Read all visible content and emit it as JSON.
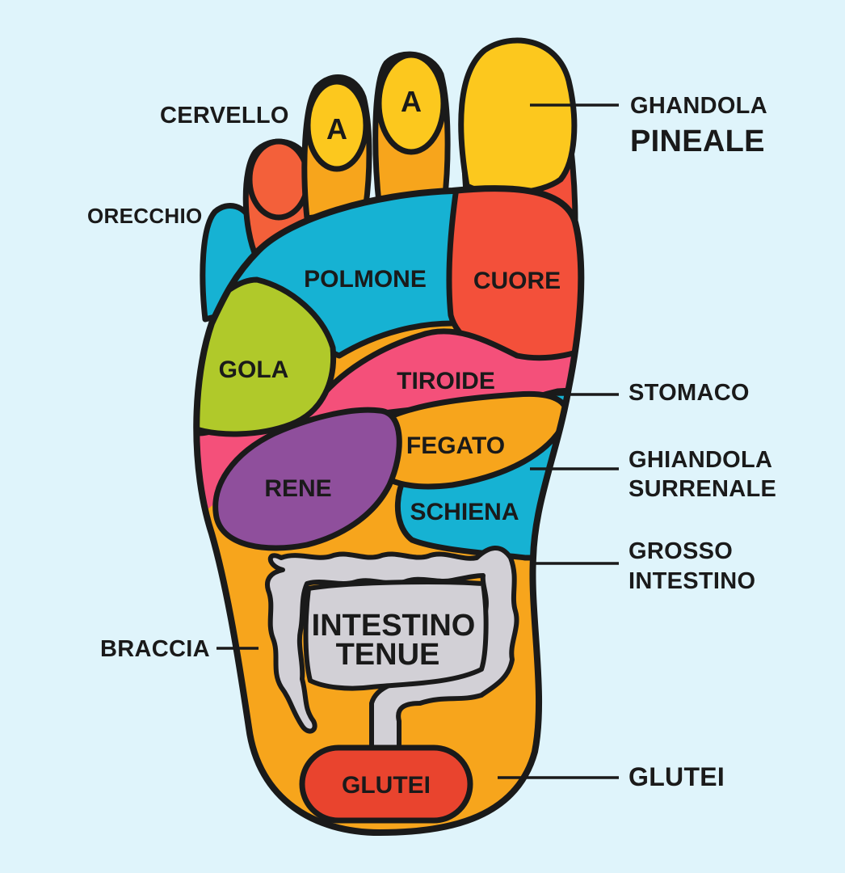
{
  "colors": {
    "background": "#dff4fb",
    "foot_base": "#f7a51c",
    "lung": "#16b2d3",
    "heart": "#f3503a",
    "big_toe": "#fcc81e",
    "small_toes": "#fcc81e",
    "brain_toe": "#f3603a",
    "ear_toe": "#16b2d3",
    "throat": "#b0c92a",
    "thyroid": "#f4507a",
    "liver": "#f7a51c",
    "kidney": "#8f4f9c",
    "back": "#16b2d3",
    "intestine": "#d2d0d6",
    "glutes": "#e9442e",
    "outline": "#1a1a1a"
  },
  "toes": {
    "toe_a_1": "A",
    "toe_a_2": "A"
  },
  "zones": {
    "polmone": "POLMONE",
    "cuore": "CUORE",
    "gola": "GOLA",
    "tiroide": "TIROIDE",
    "fegato": "FEGATO",
    "rene": "RENE",
    "schiena": "SCHIENA",
    "intestino_tenue_1": "INTESTINO",
    "intestino_tenue_2": "TENUE",
    "glutei": "GLUTEI"
  },
  "callouts": {
    "cervello": "CERVELLO",
    "orecchio": "ORECCHIO",
    "ghiandola_pineale_1": "GHANDOLA",
    "ghiandola_pineale_2": "PINEALE",
    "stomaco": "STOMACO",
    "ghiandola_surrenale_1": "GHIANDOLA",
    "ghiandola_surrenale_2": "SURRENALE",
    "grosso_intestino_1": "GROSSO",
    "grosso_intestino_2": "INTESTINO",
    "braccia": "BRACCIA",
    "glutei": "GLUTEI"
  }
}
